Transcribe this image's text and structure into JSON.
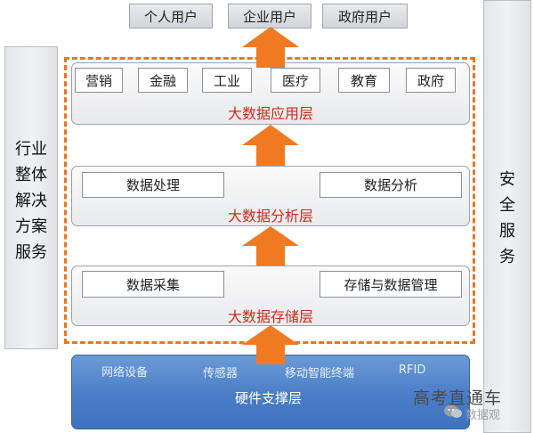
{
  "users": [
    "个人用户",
    "企业用户",
    "政府用户"
  ],
  "left_panel": {
    "label": "行业整体解决方案服务"
  },
  "right_panel": {
    "label": "安全服务"
  },
  "application_layer": {
    "title": "大数据应用层",
    "items": [
      "营销",
      "金融",
      "工业",
      "医疗",
      "教育",
      "政府"
    ]
  },
  "analysis_layer": {
    "title": "大数据分析层",
    "items": [
      "数据处理",
      "数据分析"
    ]
  },
  "storage_layer": {
    "title": "大数据存储层",
    "items": [
      "数据采集",
      "存储与数据管理"
    ]
  },
  "hardware_layer": {
    "title": "硬件支撑层",
    "items": [
      "网络设备",
      "传感器",
      "移动智能终端",
      "RFID"
    ]
  },
  "watermark": {
    "main": "高考直通车",
    "sub": "数据观"
  },
  "colors": {
    "arrow": "#f07a22",
    "dashed_frame": "#e87722",
    "layer_title": "#d12a1a",
    "hardware": "#4a7dc7"
  }
}
